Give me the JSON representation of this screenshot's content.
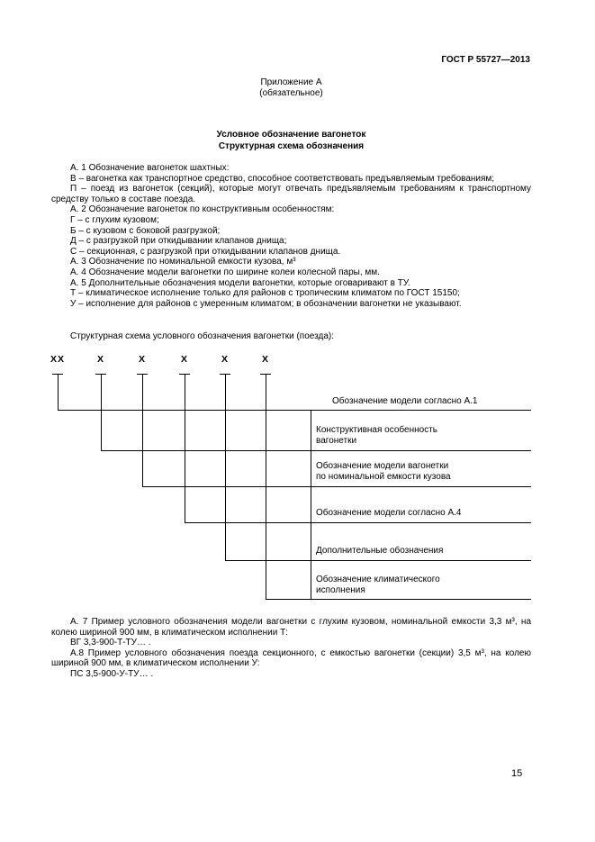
{
  "header": {
    "doc_code": "ГОСТ Р 55727—2013"
  },
  "appendix": {
    "title": "Приложение А",
    "subtitle": "(обязательное)"
  },
  "section_title": {
    "line1": "Условное обозначение вагонеток",
    "line2": "Структурная схема обозначения"
  },
  "clauses": [
    "А. 1 Обозначение вагонеток шахтных:",
    "В – вагонетка как транспортное средство, способное соответствовать предъявляемым требованиям;",
    "П – поезд из вагонеток (секций), которые могут отвечать предъявляемым требованиям к транспортному средству только в составе поезда.",
    "А. 2 Обозначение вагонеток по конструктивным особенностям:",
    "Г – с глухим кузовом;",
    "Б – с кузовом с боковой разгрузкой;",
    "Д – с разгрузкой при откидывании клапанов днища;",
    "С – секционная, с разгрузкой при откидывании клапанов днища.",
    "А. 3 Обозначение по номинальной емкости кузова, м³",
    "А. 4 Обозначение модели вагонетки по ширине колеи колесной пары, мм.",
    "А. 5 Дополнительные обозначения модели вагонетки, которые оговаривают в ТУ.",
    "Т – климатическое исполнение только для районов с тропическим климатом по ГОСТ 15150;",
    "У – исполнение для районов с умеренным климатом; в обозначении вагонетки не указывают."
  ],
  "diagram": {
    "intro": "Структурная схема условного обозначения вагонетки (поезда):",
    "positions": [
      "ХХ",
      "Х",
      "Х",
      "Х",
      "Х",
      "Х"
    ],
    "labels": [
      "Обозначение модели согласно А.1",
      "Конструктивная особенность вагонетки",
      "Обозначение модели вагонетки по номинальной емкости кузова",
      "Обозначение модели согласно А.4",
      "Дополнительные обозначения",
      "Обозначение климатического исполнения"
    ]
  },
  "examples": [
    "А. 7 Пример условного обозначения модели вагонетки с глухим кузовом, номинальной емкости 3,3 м³, на колею шириной 900 мм, в климатическом исполнении Т:",
    "ВГ 3,3-900-Т-ТУ… .",
    "А.8 Пример условного обозначения поезда секционного, с емкостью вагонетки (секции) 3,5 м³, на колею шириной 900 мм, в климатическом исполнении У:",
    "ПС 3,5-900-У-ТУ… ."
  ],
  "page_number": "15"
}
